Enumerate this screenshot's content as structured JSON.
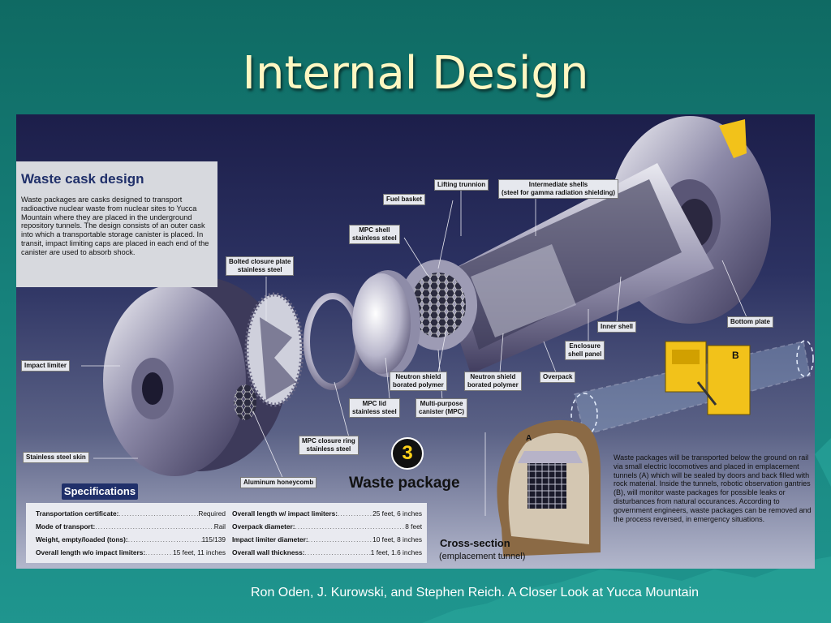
{
  "slide": {
    "title": "Internal Design",
    "citation": "Ron Oden, J. Kurowski, and Stephen Reich. A Closer Look at Yucca Mountain"
  },
  "intro": {
    "title": "Waste cask design",
    "text": "Waste packages are casks designed to transport radioactive nuclear waste from nuclear sites to Yucca Mountain where they are placed in the underground repository tunnels. The design consists of an outer cask into which a transportable storage canister is placed. In transit, impact limiting caps are placed in each end of the canister are used to absorb shock."
  },
  "labels": {
    "lifting_trunnion": "Lifting trunnion",
    "intermediate_shells": "Intermediate shells\n(steel for gamma radiation shielding)",
    "fuel_basket": "Fuel basket",
    "mpc_shell": "MPC shell\nstainless steel",
    "bolted_closure_plate": "Bolted closure plate\nstainless steel",
    "bottom_plate": "Bottom plate",
    "inner_shell": "Inner shell",
    "enclosure_shell_panel": "Enclosure\nshell panel",
    "overpack": "Overpack",
    "neutron_shield_1": "Neutron shield\nborated polymer",
    "neutron_shield_2": "Neutron shield\nborated polymer",
    "impact_limiter": "Impact limiter",
    "mpc_lid": "MPC lid\nstainless steel",
    "multi_purpose_canister": "Multi-purpose\ncanister (MPC)",
    "mpc_closure_ring": "MPC closure ring\nstainless steel",
    "stainless_steel_skin": "Stainless steel skin",
    "aluminum_honeycomb": "Aluminum honeycomb",
    "tunnel_a": "A",
    "gantry_b": "B"
  },
  "package": {
    "number": "3",
    "title": "Waste package"
  },
  "specifications": {
    "heading": "Specifications",
    "left": [
      {
        "key": "Transportation certificate:",
        "value": "Required"
      },
      {
        "key": "Mode of transport:",
        "value": "Rail"
      },
      {
        "key": "Weight, empty/loaded (tons):",
        "value": "115/139"
      },
      {
        "key": "Overall length w/o impact limiters:",
        "value": "15 feet, 11 inches"
      }
    ],
    "right": [
      {
        "key": "Overall length w/ impact limiters:",
        "value": "25 feet, 6 inches"
      },
      {
        "key": "Overpack diameter:",
        "value": "8 feet"
      },
      {
        "key": "Impact limiter diameter:",
        "value": "10 feet, 8 inches"
      },
      {
        "key": "Overall wall thickness:",
        "value": "1 feet, 1.6 inches"
      }
    ]
  },
  "cross_section": {
    "title": "Cross-section",
    "subtitle": "(emplacement tunnel)"
  },
  "transport_text": "Waste packages will be transported below the ground on rail via small electric locomotives and placed in emplacement tunnels (A) which will be sealed by doors and back filled with rock material. Inside the tunnels, robotic observation gantries (B), will monitor waste packages for possible leaks or disturbances from natural occurances. According to government engineers, waste packages can be removed and the process reversed, in emergency situations.",
  "colors": {
    "background": "#16807a",
    "title": "#fff7c2",
    "panel_dark": "#1c1e4a",
    "accent_yellow": "#f2c21a",
    "spec_header": "#20306a"
  }
}
